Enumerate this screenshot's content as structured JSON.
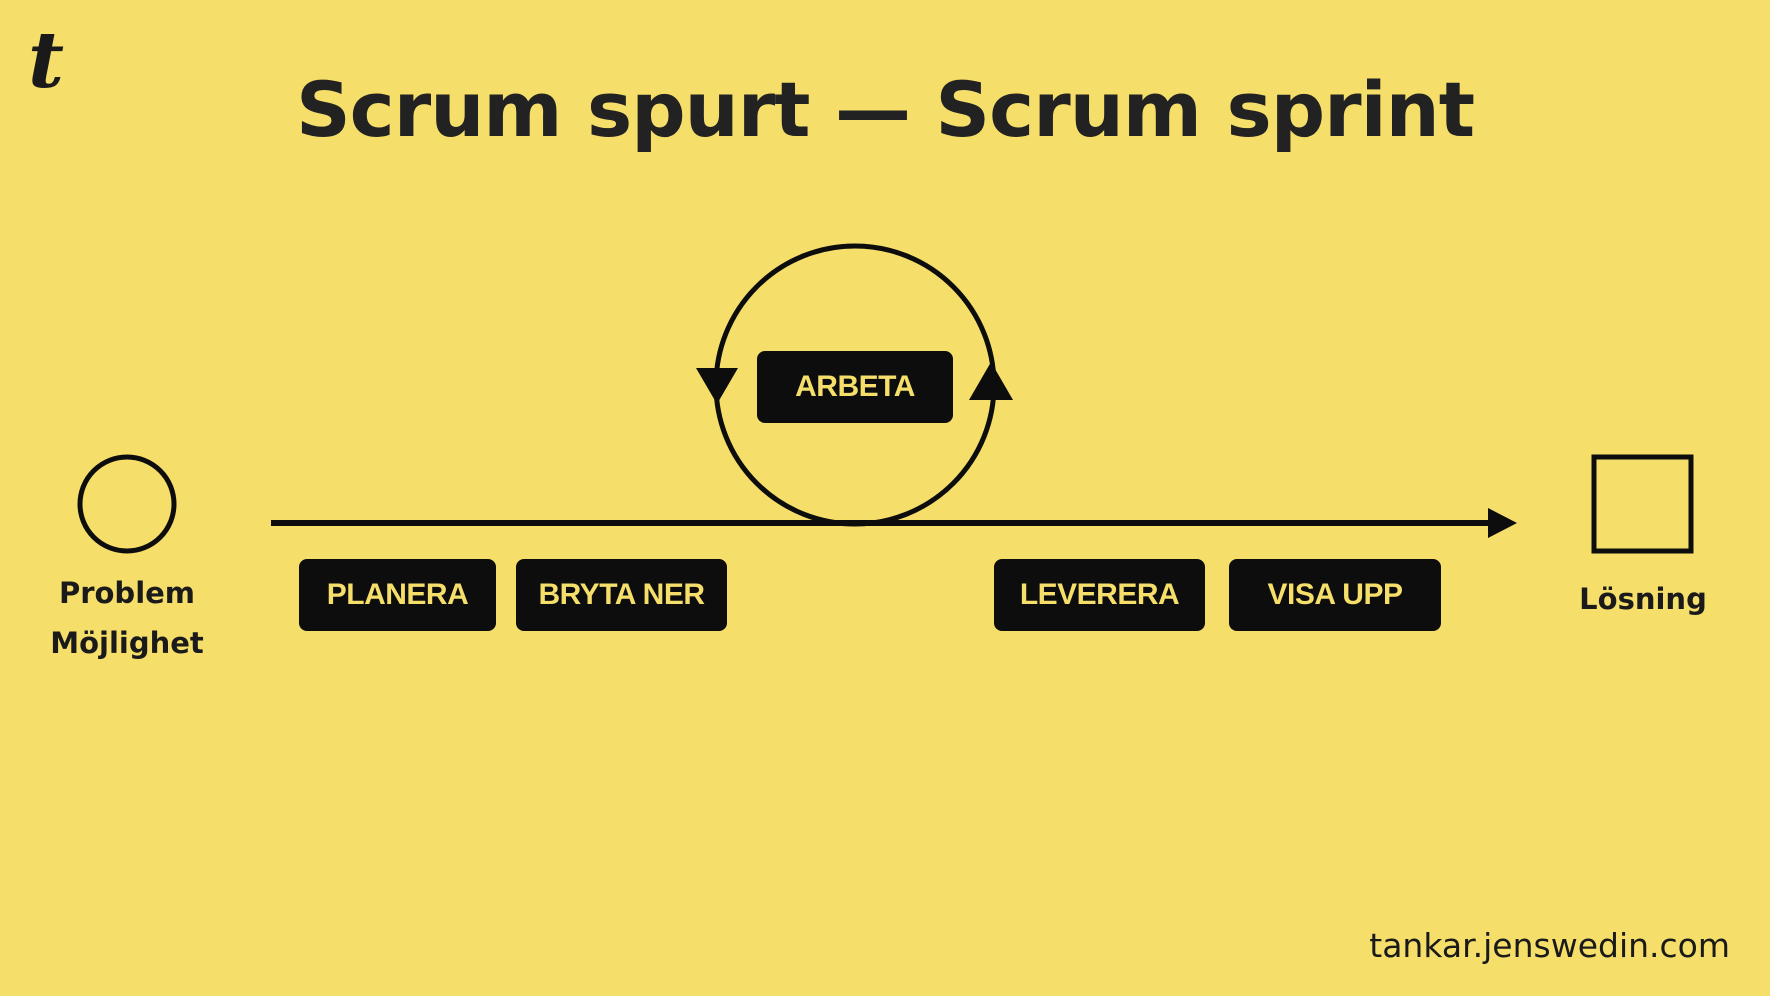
{
  "logo": "t",
  "title": "Scrum spurt — Scrum sprint",
  "start_node": {
    "line1": "Problem",
    "line2": "Möjlighet"
  },
  "end_node": {
    "label": "Lösning"
  },
  "steps": {
    "planera": "PLANERA",
    "bryta_ner": "BRYTA NER",
    "arbeta": "ARBETA",
    "leverera": "LEVERERA",
    "visa_upp": "VISA UPP"
  },
  "footer": "tankar.jenswedin.com",
  "colors": {
    "background": "#F5DE6A",
    "ink": "#0d0d0d",
    "label_text": "#F5DE6A"
  }
}
